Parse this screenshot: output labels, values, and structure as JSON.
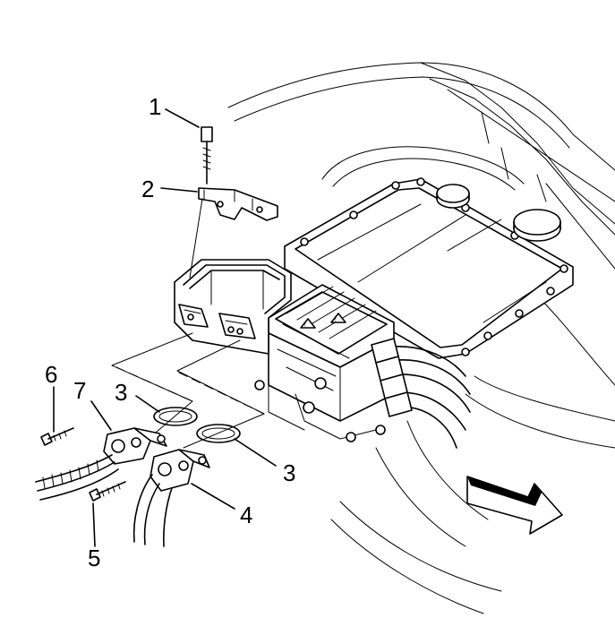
{
  "callouts": [
    {
      "id": "c1",
      "label": "1"
    },
    {
      "id": "c2",
      "label": "2"
    },
    {
      "id": "c3a",
      "label": "3"
    },
    {
      "id": "c3b",
      "label": "3"
    },
    {
      "id": "c4",
      "label": "4"
    },
    {
      "id": "c5",
      "label": "5"
    },
    {
      "id": "c6",
      "label": "6"
    },
    {
      "id": "c7",
      "label": "7"
    }
  ],
  "components": [
    "bolt",
    "bracket",
    "seal",
    "connector",
    "bolt",
    "bolt",
    "connector",
    "inverter-module",
    "front-arrow-icon"
  ]
}
